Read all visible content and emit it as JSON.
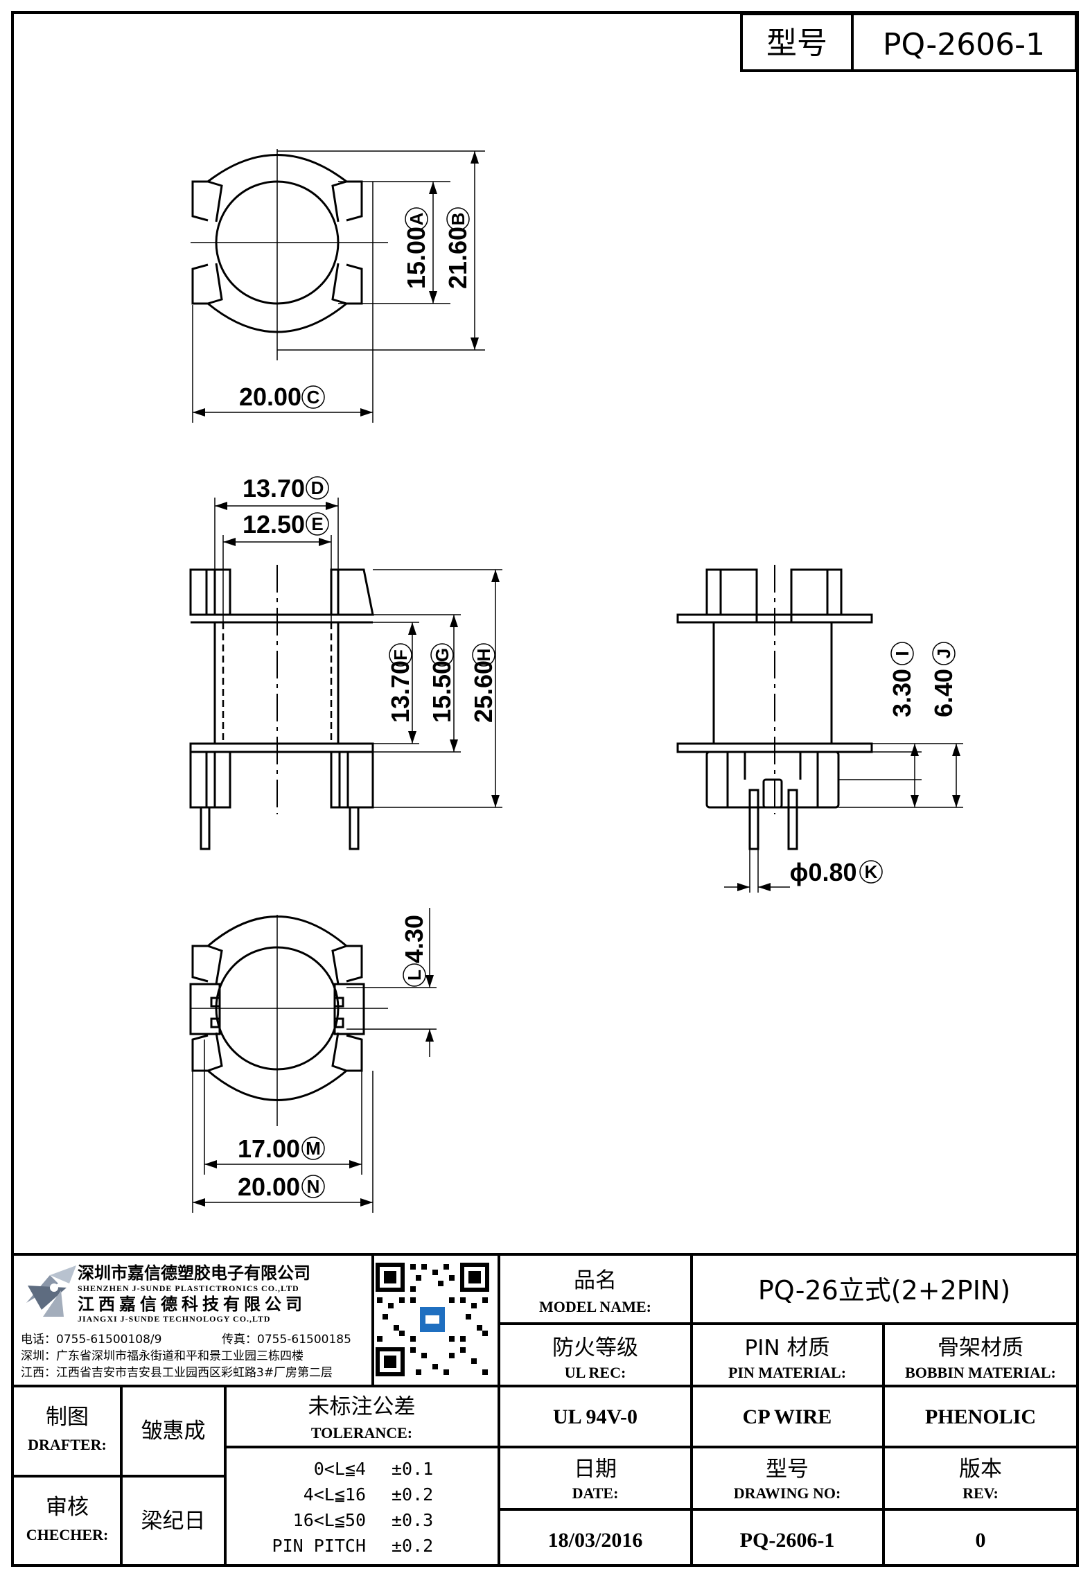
{
  "header": {
    "model_label": "型号",
    "model_value": "PQ-2606-1"
  },
  "dimensions": {
    "A": {
      "letter": "A",
      "value": "15.00"
    },
    "B": {
      "letter": "B",
      "value": "21.60"
    },
    "C": {
      "letter": "C",
      "value": "20.00"
    },
    "D": {
      "letter": "D",
      "value": "13.70"
    },
    "E": {
      "letter": "E",
      "value": "12.50"
    },
    "F": {
      "letter": "F",
      "value": "13.70"
    },
    "G": {
      "letter": "G",
      "value": "15.50"
    },
    "H": {
      "letter": "H",
      "value": "25.60"
    },
    "I": {
      "letter": "I",
      "value": "3.30"
    },
    "J": {
      "letter": "J",
      "value": "6.40"
    },
    "K": {
      "letter": "K",
      "value": "ϕ0.80"
    },
    "L": {
      "letter": "L",
      "value": "4.30"
    },
    "M": {
      "letter": "M",
      "value": "17.00"
    },
    "N": {
      "letter": "N",
      "value": "20.00"
    }
  },
  "company": {
    "name_cn_1": "深圳市嘉信德塑胶电子有限公司",
    "name_en_1": "SHENZHEN J-SUNDE PLASTICTRONICS CO.,LTD",
    "name_cn_2": "江西嘉信德科技有限公司",
    "name_en_2": "JIANGXI J-SUNDE TECHNOLOGY CO.,LTD",
    "phone": "电话：0755-61500108/9",
    "fax": "传真：0755-61500185",
    "addr_sz": "深圳：广东省深圳市福永街道和平和景工业园三栋四楼",
    "addr_jx": "江西：江西省吉安市吉安县工业园西区彩虹路3#厂房第二层"
  },
  "title_block": {
    "model_name_cn": "品名",
    "model_name_en": "MODEL NAME:",
    "model_name_value": "PQ-26立式(2+2PIN)",
    "ul_cn": "防火等级",
    "ul_en": "UL REC:",
    "ul_value": "UL 94V-0",
    "pin_cn": "PIN 材质",
    "pin_en": "PIN MATERIAL:",
    "pin_value": "CP WIRE",
    "bobbin_cn": "骨架材质",
    "bobbin_en": "BOBBIN MATERIAL:",
    "bobbin_value": "PHENOLIC",
    "drafter_cn": "制图",
    "drafter_en": "DRAFTER:",
    "drafter_value": "皱惠成",
    "checker_cn": "审核",
    "checker_en": "CHECHER:",
    "checker_value": "梁纪日",
    "tol_cn": "未标注公差",
    "tol_en": "TOLERANCE:",
    "tol_rows": [
      {
        "range": "0<L≦4",
        "value": "±0.1"
      },
      {
        "range": "4<L≦16",
        "value": "±0.2"
      },
      {
        "range": "16<L≦50",
        "value": "±0.3"
      },
      {
        "range": "PIN PITCH",
        "value": "±0.2"
      }
    ],
    "date_cn": "日期",
    "date_en": "DATE:",
    "date_value": "18/03/2016",
    "dwg_cn": "型号",
    "dwg_en": "DRAWING NO:",
    "dwg_value": "PQ-2606-1",
    "rev_cn": "版本",
    "rev_en": "REV:",
    "rev_value": "0"
  }
}
